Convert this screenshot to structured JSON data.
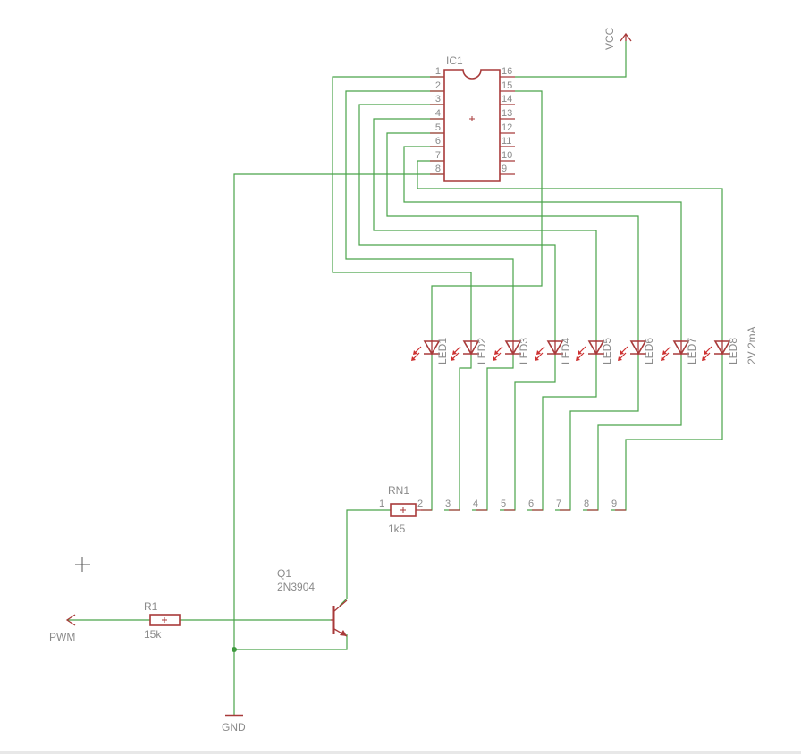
{
  "colors": {
    "wire": "#4aa34a",
    "symbol": "#a83a3a",
    "label": "#8a8a8a",
    "junction": "#3e9a3e",
    "led_arrow": "#cc3030",
    "background": "#ffffff"
  },
  "ic": {
    "name": "IC1",
    "left_pins": [
      "1",
      "2",
      "3",
      "4",
      "5",
      "6",
      "7",
      "8"
    ],
    "right_pins": [
      "16",
      "15",
      "14",
      "13",
      "12",
      "11",
      "10",
      "9"
    ]
  },
  "leds": {
    "names": [
      "LED1",
      "LED2",
      "LED3",
      "LED4",
      "LED5",
      "LED6",
      "LED7",
      "LED8"
    ],
    "value": "2V 2mA"
  },
  "resistor_network": {
    "name": "RN1",
    "value": "1k5",
    "pins": [
      "1",
      "2",
      "3",
      "4",
      "5",
      "6",
      "7",
      "8",
      "9"
    ]
  },
  "transistor": {
    "name": "Q1",
    "value": "2N3904"
  },
  "resistor": {
    "name": "R1",
    "value": "15k"
  },
  "supplies": {
    "vcc": "VCC",
    "gnd": "GND"
  },
  "input": {
    "label": "PWM"
  }
}
